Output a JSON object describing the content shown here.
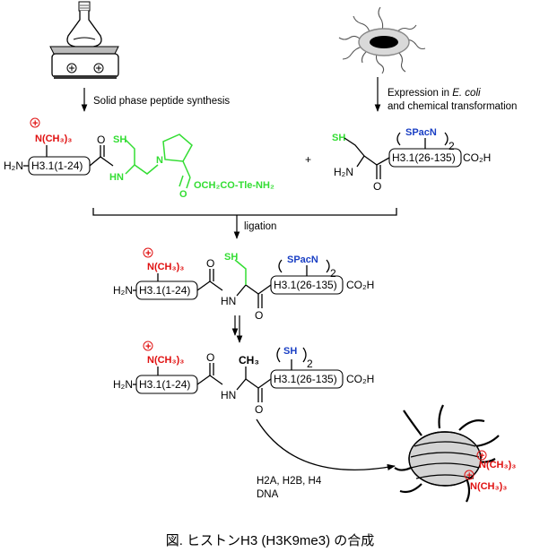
{
  "steps": {
    "spps": "Solid phase peptide synthesis",
    "expression_line1": "Expression in ",
    "expression_organism": "E. coli",
    "expression_line2": "and chemical transformation",
    "ligation": "ligation",
    "refold_components_line1": "H2A, H2B, H4",
    "refold_components_line2": "DNA"
  },
  "fragments": {
    "n_term_peptide": "H3.1(1-24)",
    "c_term_protein": "H3.1(26-135)"
  },
  "labels": {
    "h2n": "H₂N",
    "trimethyl": "N(CH₃)₃",
    "plus_charge": "+",
    "thiol": "SH",
    "protected_thiol": "SPacN",
    "subscript_2": "2",
    "thioester_tail": "OCH₂CO-Tle-NH₂",
    "acid": "CO₂H",
    "n_atom": "N",
    "hn": "HN",
    "methyl": "CH₃",
    "oxygen": "O",
    "plus_sign": "+"
  },
  "caption": "図. ヒストンH3 (H3K9me3) の合成",
  "colors": {
    "red": "#e01010",
    "blue": "#1a3fc4",
    "green": "#33dd33"
  }
}
